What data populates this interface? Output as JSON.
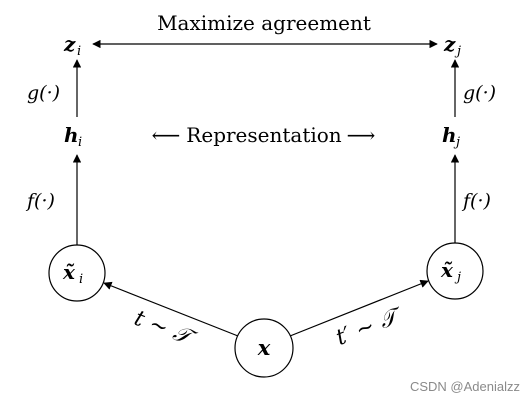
{
  "diagram": {
    "top_label": "Maximize agreement",
    "middle_label": "Representation",
    "left_arrow_glyph": "⟵",
    "right_arrow_glyph": "⟶",
    "nodes": {
      "z_left": {
        "main": "z",
        "sub": "i"
      },
      "z_right": {
        "main": "z",
        "sub": "j"
      },
      "h_left": {
        "main": "h",
        "sub": "i"
      },
      "h_right": {
        "main": "h",
        "sub": "j"
      },
      "x_tilde_left": {
        "main": "x̃",
        "sub": "i"
      },
      "x_tilde_right": {
        "main": "x̃",
        "sub": "j"
      },
      "x_center": {
        "main": "x"
      }
    },
    "functions": {
      "g_left": "g(·)",
      "g_right": "g(·)",
      "f_left": "f(·)",
      "f_right": "f(·)"
    },
    "augmentations": {
      "left": "t ∼ 𝒯",
      "right": "t′ ∼ 𝒯"
    }
  },
  "watermark": "CSDN @Adenialzz"
}
